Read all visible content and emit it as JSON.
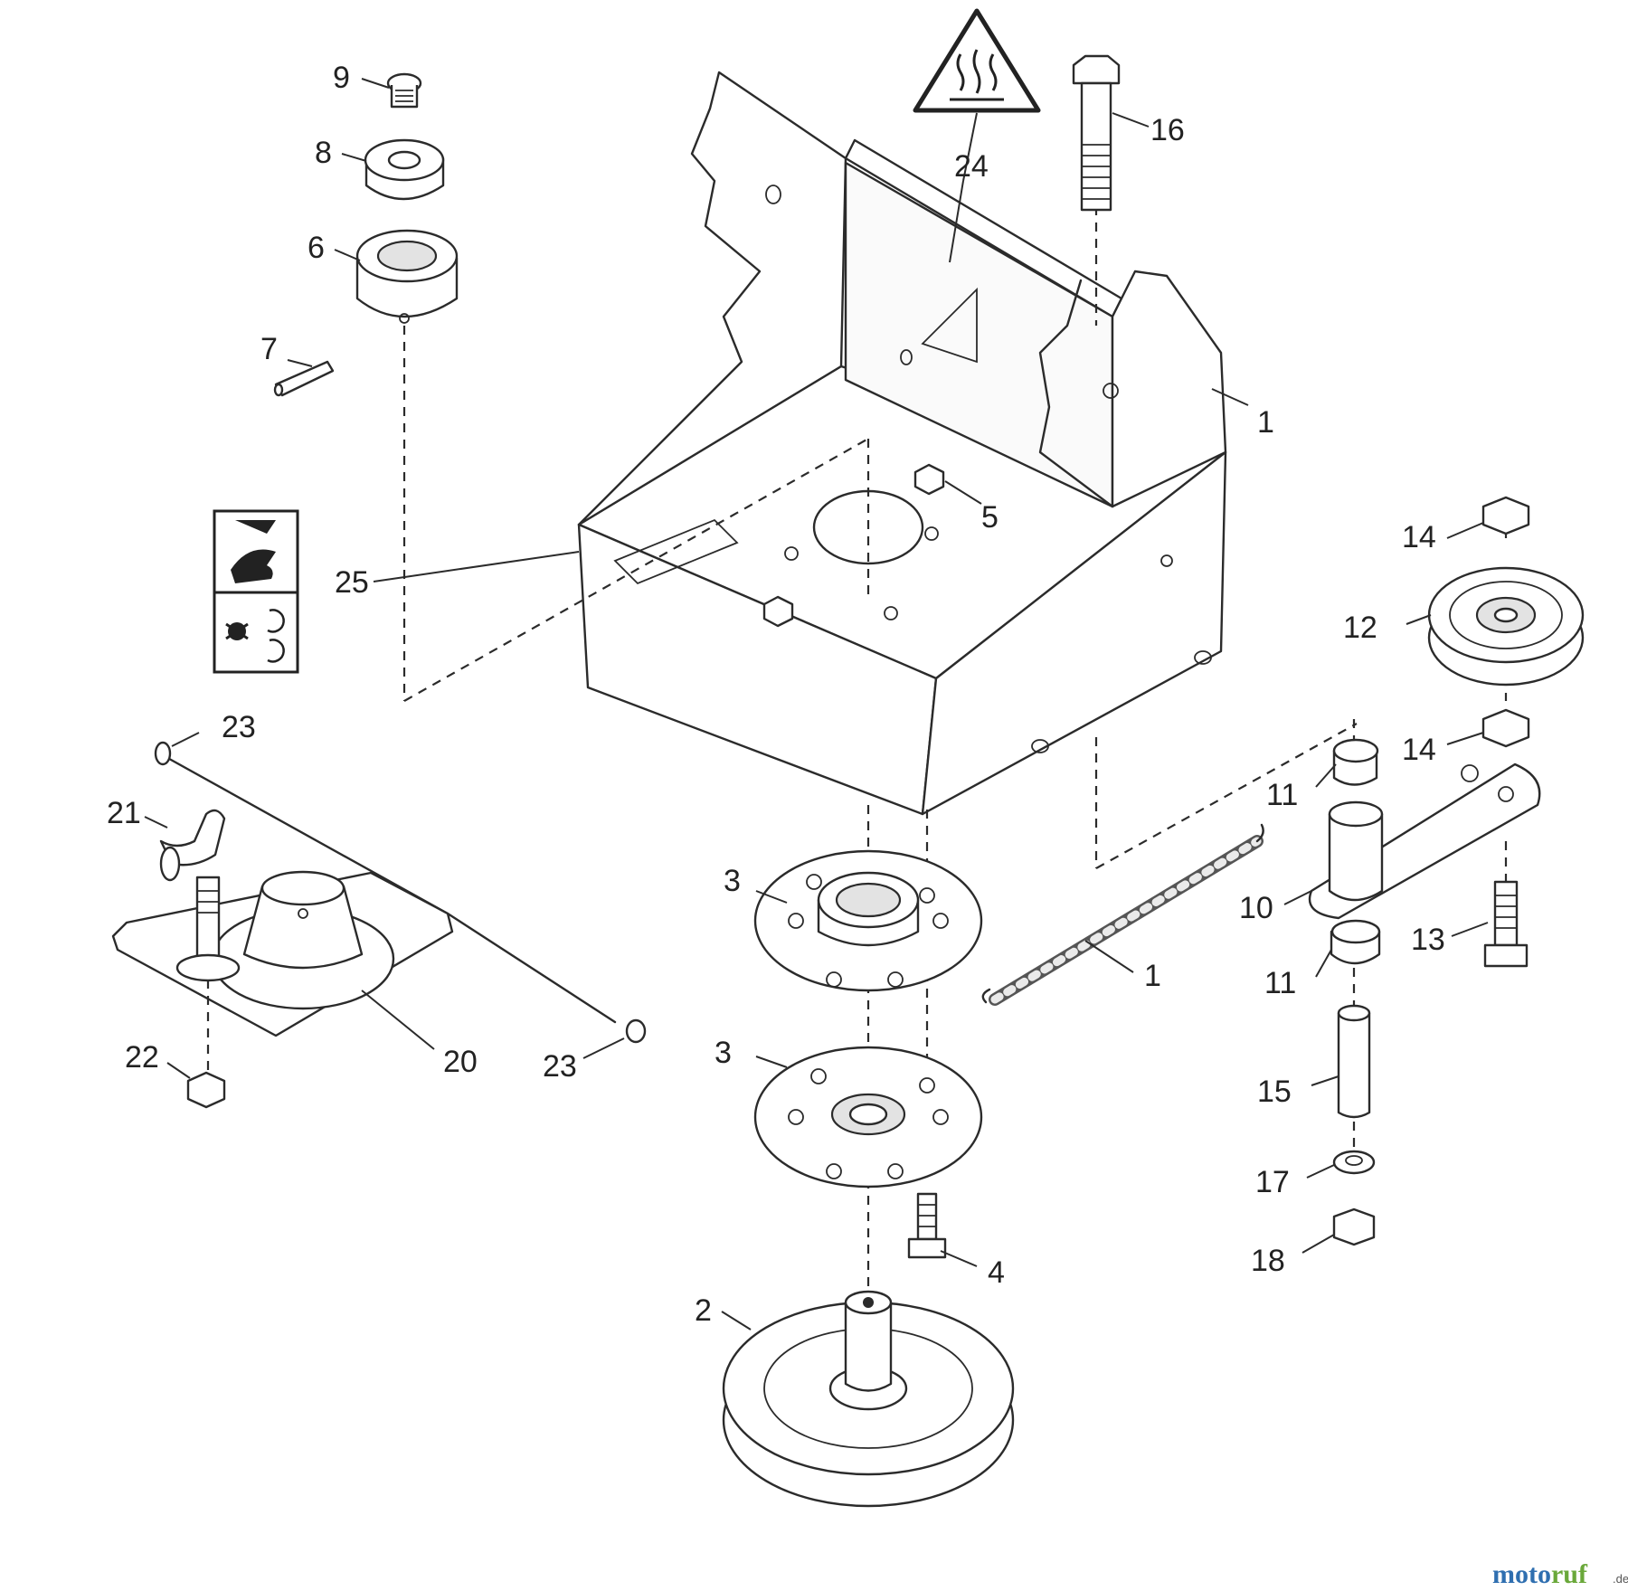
{
  "callouts": [
    {
      "id": "c1a",
      "text": "1"
    },
    {
      "id": "c1b",
      "text": "1"
    },
    {
      "id": "c2",
      "text": "2"
    },
    {
      "id": "c3a",
      "text": "3"
    },
    {
      "id": "c3b",
      "text": "3"
    },
    {
      "id": "c4",
      "text": "4"
    },
    {
      "id": "c5",
      "text": "5"
    },
    {
      "id": "c6",
      "text": "6"
    },
    {
      "id": "c7",
      "text": "7"
    },
    {
      "id": "c8",
      "text": "8"
    },
    {
      "id": "c9",
      "text": "9"
    },
    {
      "id": "c10",
      "text": "10"
    },
    {
      "id": "c11a",
      "text": "11"
    },
    {
      "id": "c11b",
      "text": "11"
    },
    {
      "id": "c12",
      "text": "12"
    },
    {
      "id": "c13",
      "text": "13"
    },
    {
      "id": "c14a",
      "text": "14"
    },
    {
      "id": "c14b",
      "text": "14"
    },
    {
      "id": "c15",
      "text": "15"
    },
    {
      "id": "c16",
      "text": "16"
    },
    {
      "id": "c17",
      "text": "17"
    },
    {
      "id": "c18",
      "text": "18"
    },
    {
      "id": "c20",
      "text": "20"
    },
    {
      "id": "c21",
      "text": "21"
    },
    {
      "id": "c22",
      "text": "22"
    },
    {
      "id": "c23a",
      "text": "23"
    },
    {
      "id": "c23b",
      "text": "23"
    },
    {
      "id": "c24",
      "text": "24"
    },
    {
      "id": "c25",
      "text": "25"
    }
  ],
  "watermark": {
    "brand_moto": "moto",
    "brand_ruf": "ruf",
    "suffix": ".de",
    "colors": {
      "moto": "#2f6fb0",
      "ruf": "#6aa83a"
    }
  },
  "icons": [
    "heat-warning-icon",
    "hand-crush-warning-icon",
    "rotating-parts-warning-icon"
  ]
}
